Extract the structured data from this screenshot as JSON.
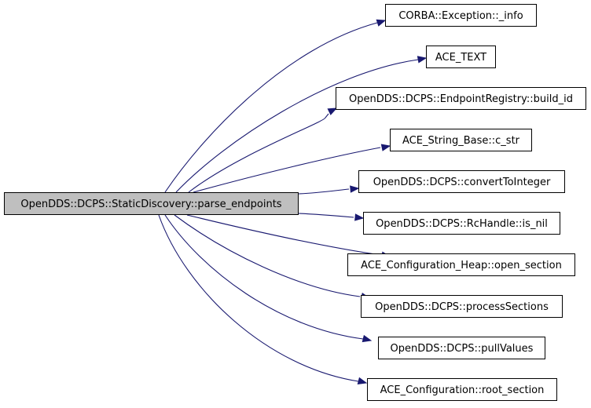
{
  "graph": {
    "root": {
      "label": "OpenDDS::DCPS::StaticDiscovery::parse_endpoints"
    },
    "callees": [
      {
        "label": "CORBA::Exception::_info"
      },
      {
        "label": "ACE_TEXT"
      },
      {
        "label": "OpenDDS::DCPS::EndpointRegistry::build_id"
      },
      {
        "label": "ACE_String_Base::c_str"
      },
      {
        "label": "OpenDDS::DCPS::convertToInteger"
      },
      {
        "label": "OpenDDS::DCPS::RcHandle::is_nil"
      },
      {
        "label": "ACE_Configuration_Heap::open_section"
      },
      {
        "label": "OpenDDS::DCPS::processSections"
      },
      {
        "label": "OpenDDS::DCPS::pullValues"
      },
      {
        "label": "ACE_Configuration::root_section"
      }
    ],
    "colors": {
      "edge": "#191970",
      "root_fill": "#bfbfbf",
      "node_fill": "#ffffff",
      "border": "#000000"
    }
  }
}
